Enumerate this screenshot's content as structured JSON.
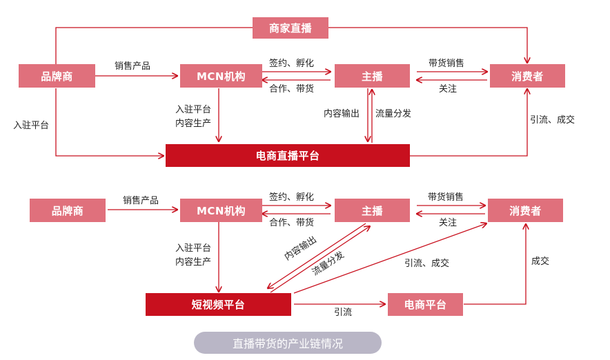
{
  "diagram1": {
    "nodes": {
      "merchant_live": "商家直播",
      "brand": "品牌商",
      "mcn": "MCN机构",
      "anchor": "主播",
      "consumer": "消费者",
      "platform": "电商直播平台"
    },
    "edges": {
      "brand_to_mcn": "销售产品",
      "mcn_to_anchor": "签约、孵化",
      "anchor_to_mcn": "合作、带货",
      "anchor_to_consumer": "带货销售",
      "consumer_to_anchor": "关注",
      "brand_to_platform": "入驻平台",
      "mcn_to_platform_line1": "入驻平台",
      "mcn_to_platform_line2": "内容生产",
      "anchor_to_platform": "内容输出",
      "platform_to_anchor": "流量分发",
      "platform_to_consumer": "引流、成交"
    }
  },
  "diagram2": {
    "nodes": {
      "brand": "品牌商",
      "mcn": "MCN机构",
      "anchor": "主播",
      "consumer": "消费者",
      "short_video": "短视频平台",
      "ecommerce": "电商平台"
    },
    "edges": {
      "brand_to_mcn": "销售产品",
      "mcn_to_anchor": "签约、孵化",
      "anchor_to_mcn": "合作、带货",
      "anchor_to_consumer": "带货销售",
      "consumer_to_anchor": "关注",
      "mcn_to_short_line1": "入驻平台",
      "mcn_to_short_line2": "内容生产",
      "anchor_to_short": "内容输出",
      "short_to_anchor": "流量分发",
      "short_to_consumer": "引流、成交",
      "short_to_ecommerce": "引流",
      "ecommerce_to_consumer": "成交"
    }
  },
  "caption": "直播带货的产业链情况",
  "colors": {
    "node_light": "#e0707c",
    "node_dark": "#c8101e",
    "arrow": "#c8101e",
    "caption_bg": "#b9b6c6"
  }
}
